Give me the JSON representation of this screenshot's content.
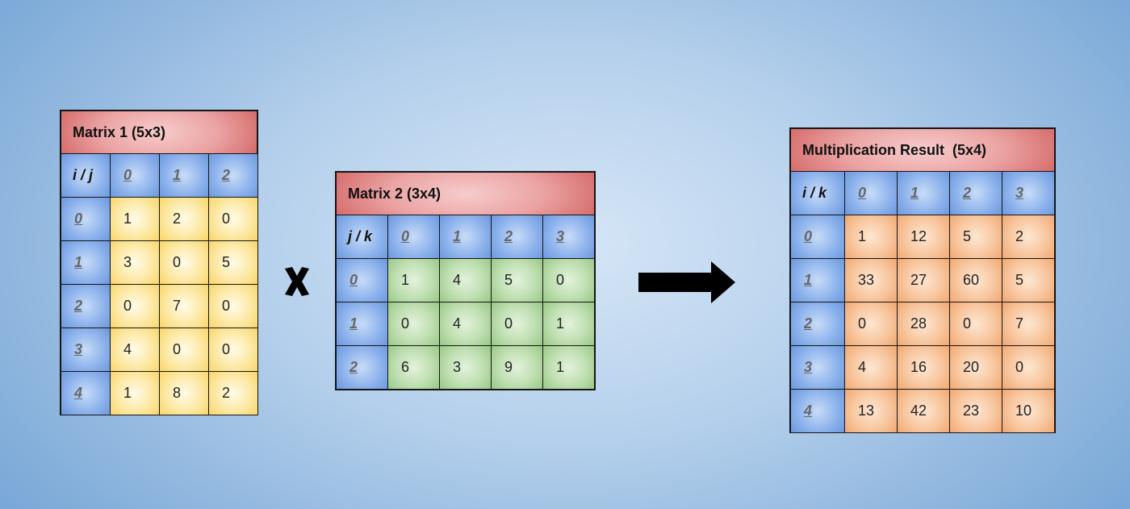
{
  "matrix1": {
    "title": "Matrix 1 (5x3)",
    "corner": "i / j",
    "col_headers": [
      "0",
      "1",
      "2"
    ],
    "row_headers": [
      "0",
      "1",
      "2",
      "3",
      "4"
    ],
    "values": [
      [
        1,
        2,
        0
      ],
      [
        3,
        0,
        5
      ],
      [
        0,
        7,
        0
      ],
      [
        4,
        0,
        0
      ],
      [
        1,
        8,
        2
      ]
    ],
    "color": "#fde9a6"
  },
  "matrix2": {
    "title": "Matrix 2 (3x4)",
    "corner": "j / k",
    "col_headers": [
      "0",
      "1",
      "2",
      "3"
    ],
    "row_headers": [
      "0",
      "1",
      "2"
    ],
    "values": [
      [
        1,
        4,
        5,
        0
      ],
      [
        0,
        4,
        0,
        1
      ],
      [
        6,
        3,
        9,
        1
      ]
    ],
    "color": "#bfdfb1"
  },
  "result": {
    "title": "Multiplication Result  (5x4)",
    "corner": "i / k",
    "col_headers": [
      "0",
      "1",
      "2",
      "3"
    ],
    "row_headers": [
      "0",
      "1",
      "2",
      "3",
      "4"
    ],
    "values": [
      [
        1,
        12,
        5,
        2
      ],
      [
        33,
        27,
        60,
        5
      ],
      [
        0,
        28,
        0,
        7
      ],
      [
        4,
        16,
        20,
        0
      ],
      [
        13,
        42,
        23,
        10
      ]
    ],
    "color": "#f8c7a0"
  },
  "operators": {
    "multiply_icon": "multiply-icon",
    "arrow_icon": "arrow-right-icon"
  },
  "colors": {
    "title_bar": "#eba3a3",
    "header_cell": "#8cb2ec",
    "border": "#151515"
  }
}
